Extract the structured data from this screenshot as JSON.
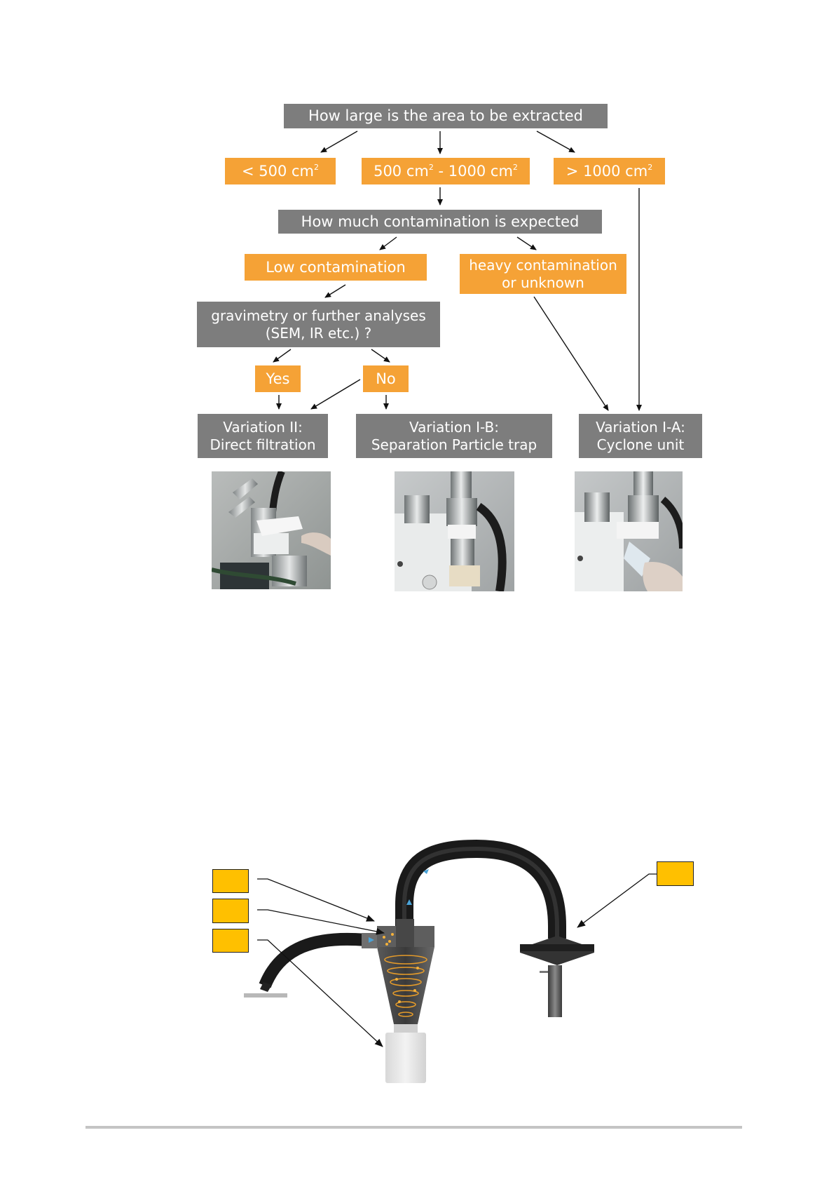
{
  "flowchart": {
    "question_area": "How large is the area to be extracted",
    "area_small": {
      "text": "< 500 cm",
      "sup": "2"
    },
    "area_medium": {
      "text_a": "500 cm",
      "sup_a": "2",
      "text_mid": " - ",
      "text_b": "1000 cm",
      "sup_b": "2"
    },
    "area_large": {
      "text": "> 1000 cm",
      "sup": "2"
    },
    "question_contamination": "How much contamination is expected",
    "low_contamination": "Low contamination",
    "heavy_contamination": [
      "heavy contamination",
      "or unknown"
    ],
    "question_analysis": [
      "gravimetry or further analyses",
      "(SEM, IR etc.) ?"
    ],
    "yes": "Yes",
    "no": "No",
    "variation_2": [
      "Variation II:",
      "Direct filtration"
    ],
    "variation_1b": [
      "Variation I-B:",
      "Separation Particle trap"
    ],
    "variation_1a": [
      "Variation I-A:",
      "Cyclone unit"
    ],
    "colors": {
      "question": "#7d7d7d",
      "answer": "#f5a236"
    }
  },
  "photos": [
    "direct-filtration-photo",
    "particle-trap-photo",
    "cyclone-unit-photo"
  ],
  "cyclone_diagram": {
    "label_boxes": 4,
    "label_color": "#ffc000"
  }
}
